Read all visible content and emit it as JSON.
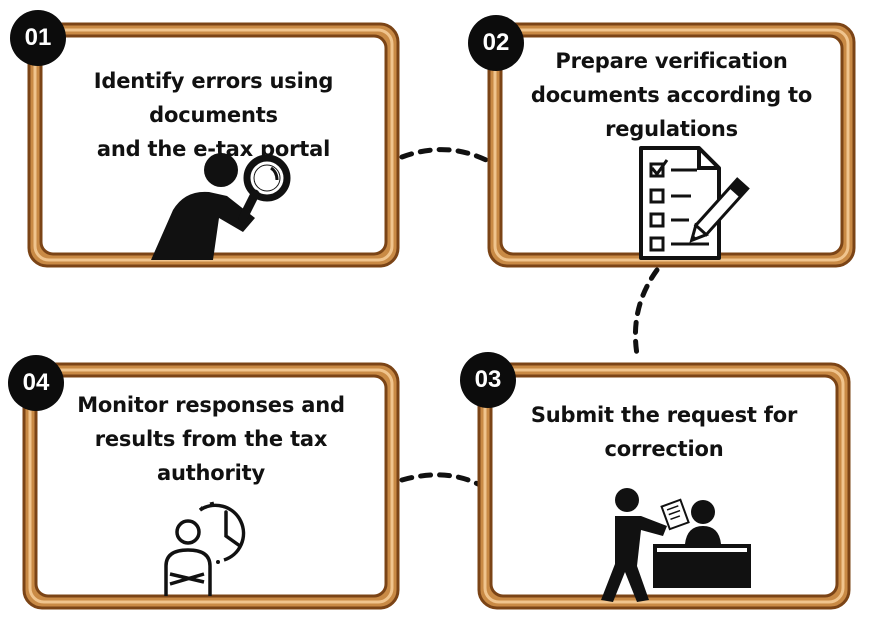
{
  "steps": [
    {
      "number": "01",
      "lines": [
        "Identify errors using documents",
        "and the e-tax portal"
      ],
      "icon": "magnifier-person-icon"
    },
    {
      "number": "02",
      "lines": [
        "Prepare verification",
        "documents according to",
        "regulations"
      ],
      "icon": "checklist-pencil-icon"
    },
    {
      "number": "03",
      "lines": [
        "Submit the request for",
        "correction"
      ],
      "icon": "submit-desk-icon"
    },
    {
      "number": "04",
      "lines": [
        "Monitor responses and",
        "results from the tax",
        "authority"
      ],
      "icon": "person-clock-icon"
    }
  ],
  "colors": {
    "frame_outer": "#b8702a",
    "frame_inner": "#e6b77c",
    "frame_edge": "#8a4e18",
    "badge": "#0c0c0c"
  }
}
